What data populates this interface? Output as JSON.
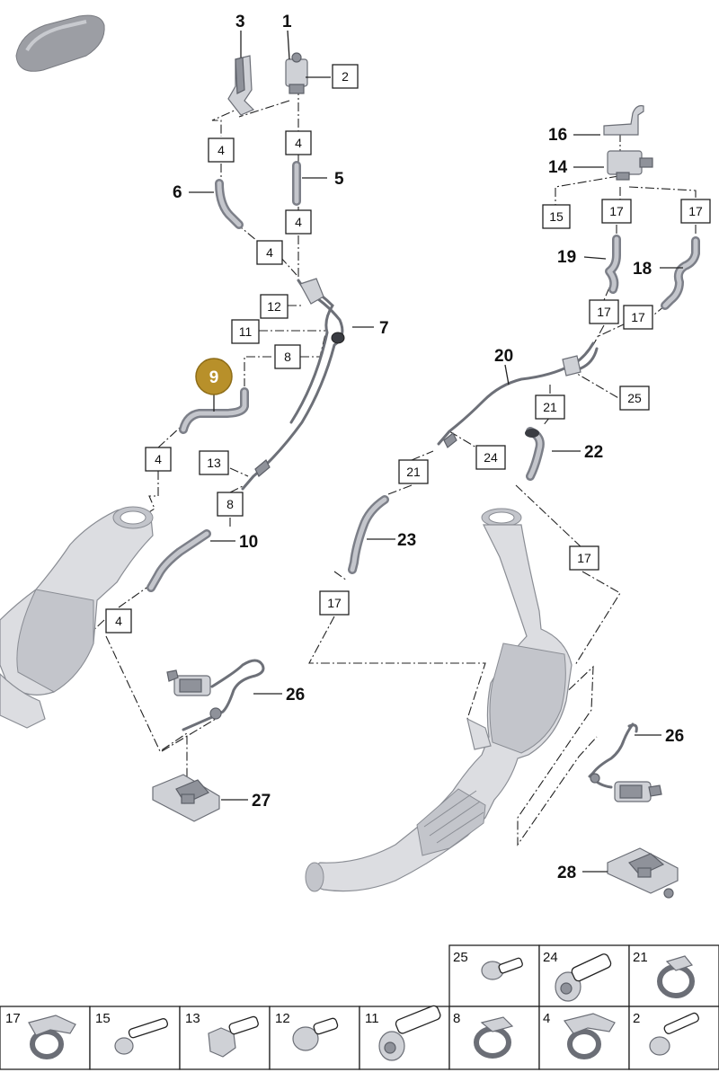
{
  "callouts": {
    "p1": "1",
    "p2": "2",
    "p3": "3",
    "p5": "5",
    "p6": "6",
    "p7": "7",
    "p9": "9",
    "p10": "10",
    "p14": "14",
    "p16": "16",
    "p18": "18",
    "p19": "19",
    "p20": "20",
    "p22": "22",
    "p23": "23",
    "p26a": "26",
    "p26b": "26",
    "p27": "27",
    "p28": "28"
  },
  "boxes": {
    "b2": "2",
    "b4a": "4",
    "b4b": "4",
    "b4c": "4",
    "b4d": "4",
    "b4e": "4",
    "b4f": "4",
    "b8a": "8",
    "b8b": "8",
    "b11": "11",
    "b12": "12",
    "b13": "13",
    "b15": "15",
    "b17a": "17",
    "b17b": "17",
    "b17c": "17",
    "b17d": "17",
    "b17e": "17",
    "b17f": "17",
    "b21a": "21",
    "b21b": "21",
    "b24": "24",
    "b25": "25"
  },
  "hardware_legend": {
    "top_row": [
      "25",
      "24",
      "21"
    ],
    "bottom_row": [
      "17",
      "15",
      "13",
      "12",
      "11",
      "8",
      "4",
      "2"
    ]
  },
  "highlight_color": "#b8902a"
}
